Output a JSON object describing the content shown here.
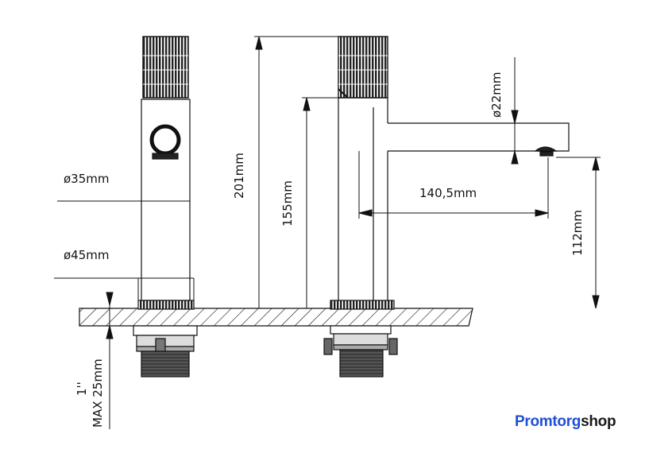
{
  "dimensions": {
    "d35": "ø35mm",
    "d45": "ø45mm",
    "h201": "201mm",
    "h155": "155mm",
    "d22": "ø22mm",
    "l140": "140,5mm",
    "h112": "112mm",
    "max1": "1''",
    "max2": "MAX 25mm"
  },
  "logo": {
    "part1": "Promtorg",
    "part2": "shop"
  },
  "colors": {
    "line": "#111111",
    "logo_blue": "#1f4fd6"
  }
}
